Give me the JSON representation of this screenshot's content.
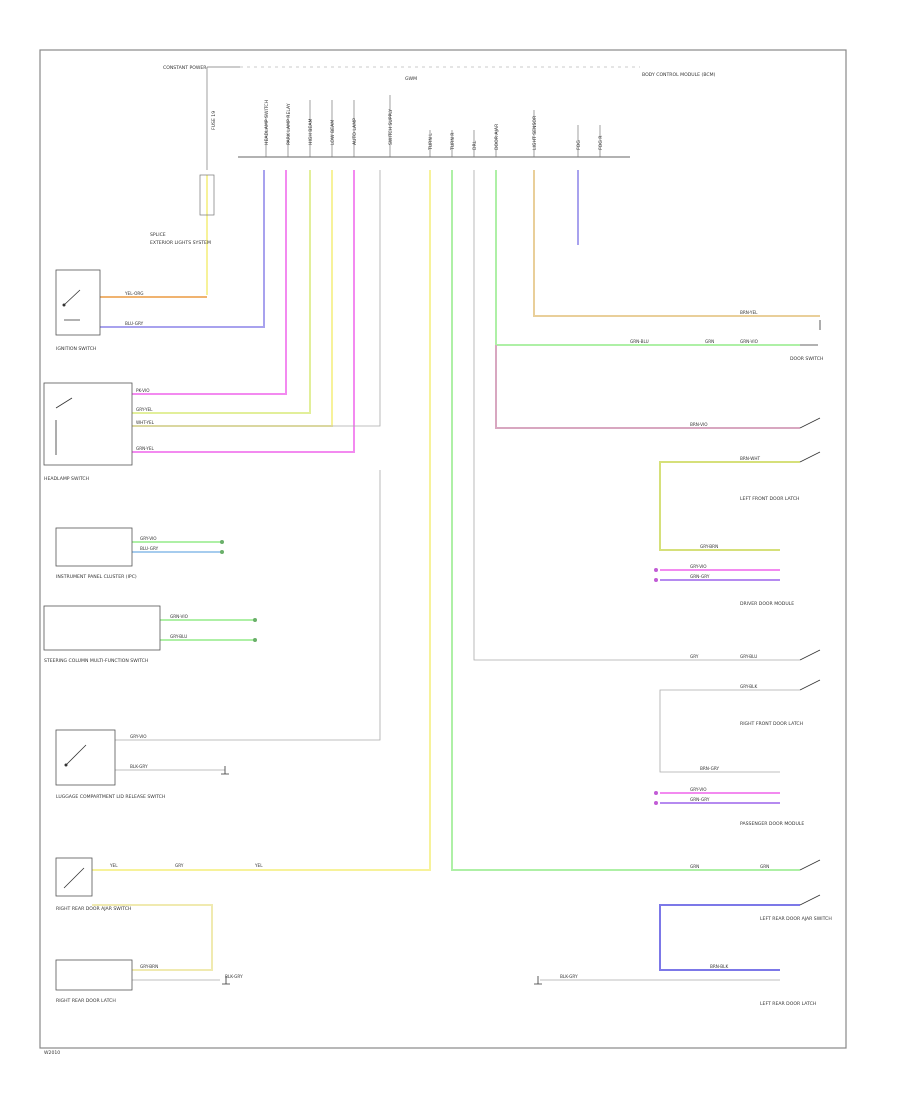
{
  "colors": {
    "yellow": "#f7f29a",
    "green": "#aef0a6",
    "green_dark": "#8ee089",
    "purple": "#a8a2ee",
    "blue": "#7c78e8",
    "magenta": "#f38af0",
    "orange": "#f0b370",
    "olive": "#d6e07a",
    "lime": "#b7e06a",
    "tan": "#e9cf9a",
    "gray": "#bbbbbb",
    "pink": "#d8a7c0",
    "dark": "#555555"
  },
  "header": {
    "power_label": "CONSTANT POWER",
    "bus_label": "GWM",
    "module_label": "BODY CONTROL MODULE (BCM)"
  },
  "top_pins": [
    "HEADLAMP SWITCH",
    "PARK LAMP RELAY",
    "HIGH BEAM",
    "LOW BEAM",
    "AUTO LAMP",
    "SWITCH SUPPLY",
    "TURN L",
    "TURN R",
    "DRL",
    "DOOR AJAR",
    "LIGHT SENSOR",
    "FOG",
    "FOG R"
  ],
  "left_components": {
    "fuse_label": "FUSE 19",
    "exterior_lamps": "EXTERIOR LIGHTS SYSTEM",
    "ignition_switch": "IGNITION SWITCH",
    "headlamp_switch": "HEADLAMP SWITCH",
    "instrument_panel": "INSTRUMENT PANEL CLUSTER (IPC)",
    "steering_switch": "STEERING COLUMN MULTI-FUNCTION SWITCH",
    "luggage_switch": "LUGGAGE COMPARTMENT LID RELEASE SWITCH",
    "rr_door_latch": "RIGHT REAR DOOR LATCH",
    "rr_door_switch": "RIGHT REAR DOOR AJAR SWITCH"
  },
  "right_components": {
    "door_switch": "DOOR SWITCH",
    "lf_door_latch": "LEFT FRONT DOOR LATCH",
    "lf_door_module": "DRIVER DOOR MODULE",
    "rf_door_latch": "RIGHT FRONT DOOR LATCH",
    "rf_door_module": "PASSENGER DOOR MODULE",
    "lr_door_latch": "LEFT REAR DOOR LATCH",
    "lr_door_switch": "LEFT REAR DOOR AJAR SWITCH"
  },
  "footer": {
    "code": "W2010"
  }
}
